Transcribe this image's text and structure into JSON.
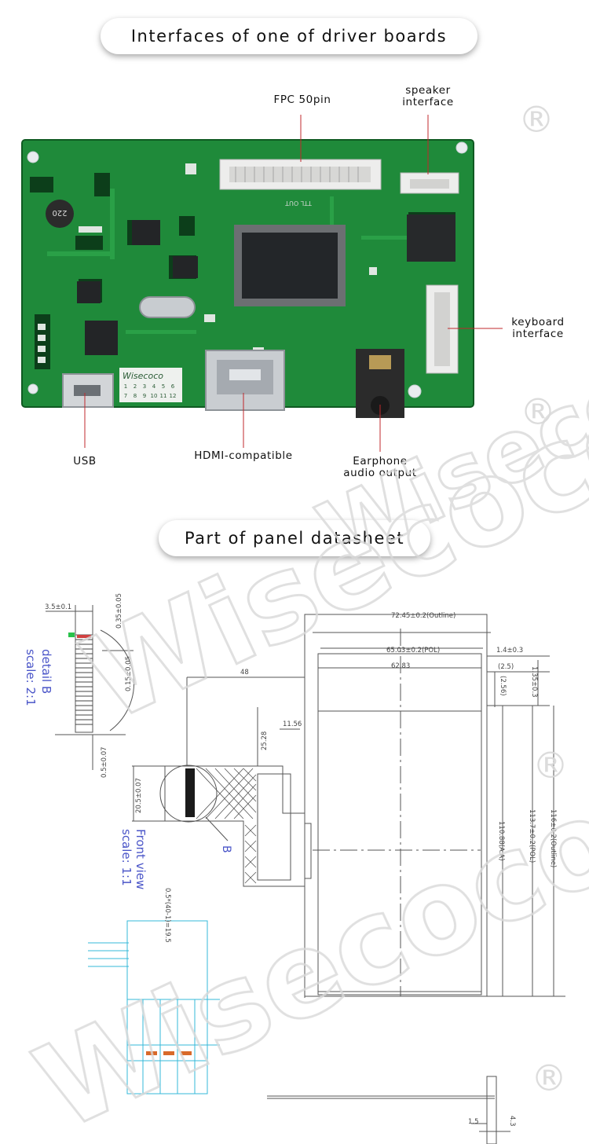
{
  "section1": {
    "title": "Interfaces of one of driver boards",
    "labels": {
      "fpc": "FPC 50pin",
      "speaker": [
        "speaker",
        "interface"
      ],
      "keyboard": [
        "keyboard",
        "interface"
      ],
      "usb": "USB",
      "hdmi": "HDMI-compatible",
      "earphone": [
        "Earphone",
        "audio output"
      ]
    },
    "board_marks": {
      "inductor": "220",
      "ttl_out": "TTL OUT",
      "logo": "Wisecoco",
      "grid_row1": [
        "1",
        "2",
        "3",
        "4",
        "5",
        "6"
      ],
      "grid_row2": [
        "7",
        "8",
        "9",
        "10",
        "11",
        "12"
      ]
    }
  },
  "section2": {
    "title": "Part of panel datasheet",
    "dims": {
      "d1": "3.5±0.1",
      "d2": "0.35±0.05",
      "d3": "0.15±0.05",
      "d4": "0.5±0.07",
      "d5": "20.5±0.07",
      "d6": "0.5*(40-1)=19.5",
      "d7": "48",
      "d8": "25.28",
      "d9": "11.56",
      "d10": "72.45±0.2(Outline)",
      "d11": "65.03±0.2(POL)",
      "d12": "62.83",
      "d13": "1.4±0.3",
      "d14": "(2.5)",
      "d15": "(2.56)",
      "d16": "1.35±0.3",
      "d17": "110.88(A.A)",
      "d18": "113.7±0.2(POL)",
      "d19": "116±0.2(Outline)",
      "d20": "1.5",
      "d21": "4.3"
    },
    "detail_label": [
      "detail B",
      "scale: 2:1"
    ],
    "front_label": [
      "Front view",
      "scale: 1:1"
    ],
    "b_mark": "B"
  },
  "watermark": {
    "text": "Wisecoco",
    "registered": "®"
  },
  "colors": {
    "pcb": "#1f8a3a",
    "pcb_dark": "#146b2a",
    "accent_line": "#c0282c",
    "drawing": "#555555",
    "blue_text": "#4a55c8",
    "cyan": "#35b8d8"
  }
}
